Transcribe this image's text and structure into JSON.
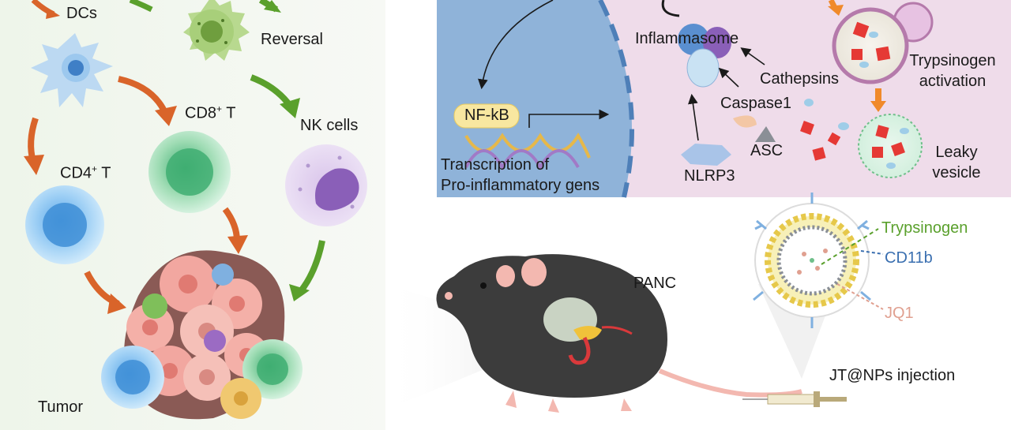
{
  "immune": {
    "dcs": "DCs",
    "reversal": "Reversal",
    "cd8_main": "CD8",
    "cd8_sup": "+",
    "cd8_tail": " T",
    "nk": "NK cells",
    "cd4_main": "CD4",
    "cd4_sup": "+",
    "cd4_tail": " T",
    "tumor": "Tumor"
  },
  "mechanism": {
    "nfkb": "NF-kB",
    "transcription_1": "Transcription of",
    "transcription_2": "Pro-inflammatory gens",
    "inflammasome": "Inflammasome",
    "cathepsins": "Cathepsins",
    "caspase1": "Caspase1",
    "asc": "ASC",
    "nlrp3": "NLRP3",
    "trypsinogen_activation_1": "Trypsinogen",
    "trypsinogen_activation_2": "activation",
    "leaky_vesicle_1": "Leaky",
    "leaky_vesicle_2": "vesicle"
  },
  "treatment": {
    "trypsinogen": "Trypsinogen",
    "cd11b": "CD11b",
    "jq1": "JQ1",
    "panc": "PANC",
    "injection": "JT@NPs injection"
  },
  "colors": {
    "trypsinogen_label": "#5aa02c",
    "cd11b_label": "#3a6fb0",
    "jq1_label": "#e0a090",
    "nucleus_blue": "#8fb3d9",
    "cytoplasm_pink": "#efdcea",
    "arrow_orange": "#d9642a",
    "arrow_green": "#5aa02c"
  }
}
